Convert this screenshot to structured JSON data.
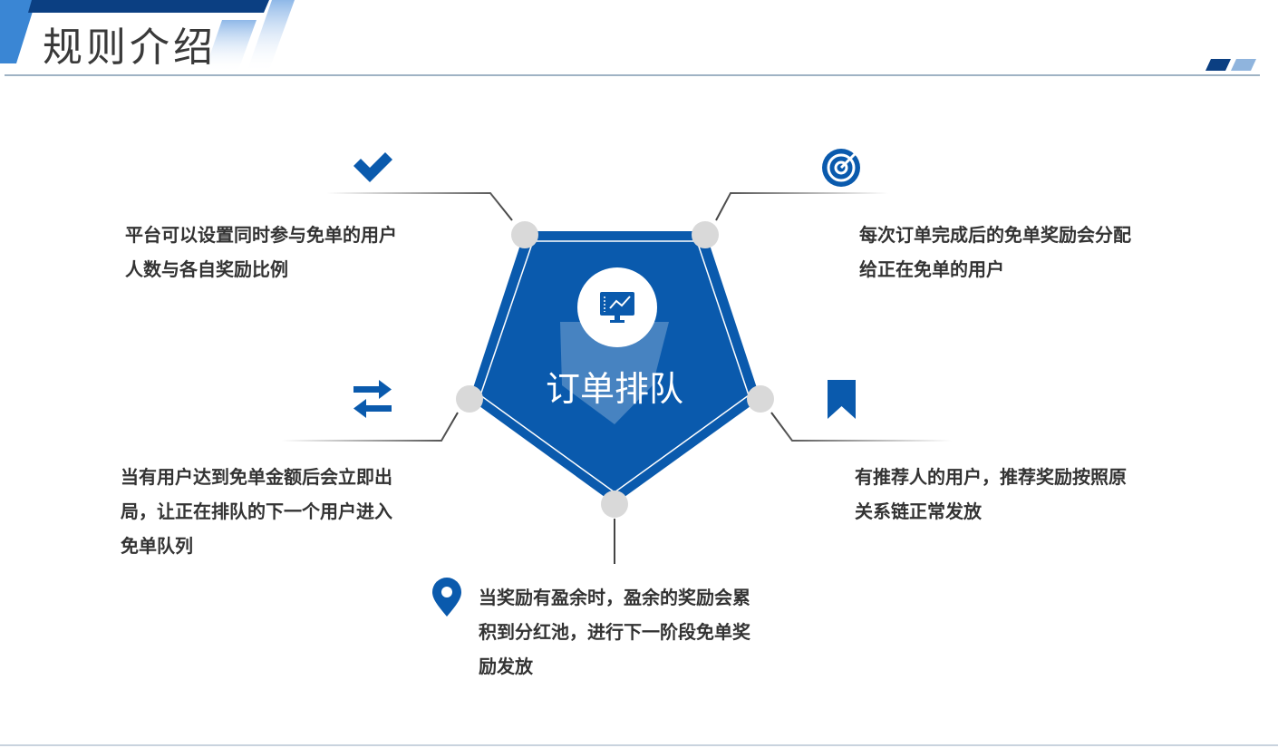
{
  "header": {
    "title": "规则介绍"
  },
  "center": {
    "label": "订单排队",
    "icon": "monitor-chart-icon"
  },
  "items": [
    {
      "icon": "check-icon",
      "lines": [
        "平台可以设置同时参与免单的用户",
        "人数与各自奖励比例"
      ]
    },
    {
      "icon": "target-icon",
      "lines": [
        "每次订单完成后的免单奖励会分配",
        "给正在免单的用户"
      ]
    },
    {
      "icon": "swap-arrows-icon",
      "lines": [
        "当有用户达到免单金额后会立即出",
        "局，让正在排队的下一个用户进入",
        "免单队列"
      ]
    },
    {
      "icon": "bookmark-icon",
      "lines": [
        "有推荐人的用户，推荐奖励按照原",
        "关系链正常发放"
      ]
    },
    {
      "icon": "location-pin-icon",
      "lines": [
        "当奖励有盈余时，盈余的奖励会累",
        "积到分红池，进行下一阶段免单奖",
        "励发放"
      ]
    }
  ],
  "colors": {
    "primary": "#0a5aad",
    "dark": "#0b3f82",
    "node": "#d9d9d9",
    "text": "#333333"
  }
}
